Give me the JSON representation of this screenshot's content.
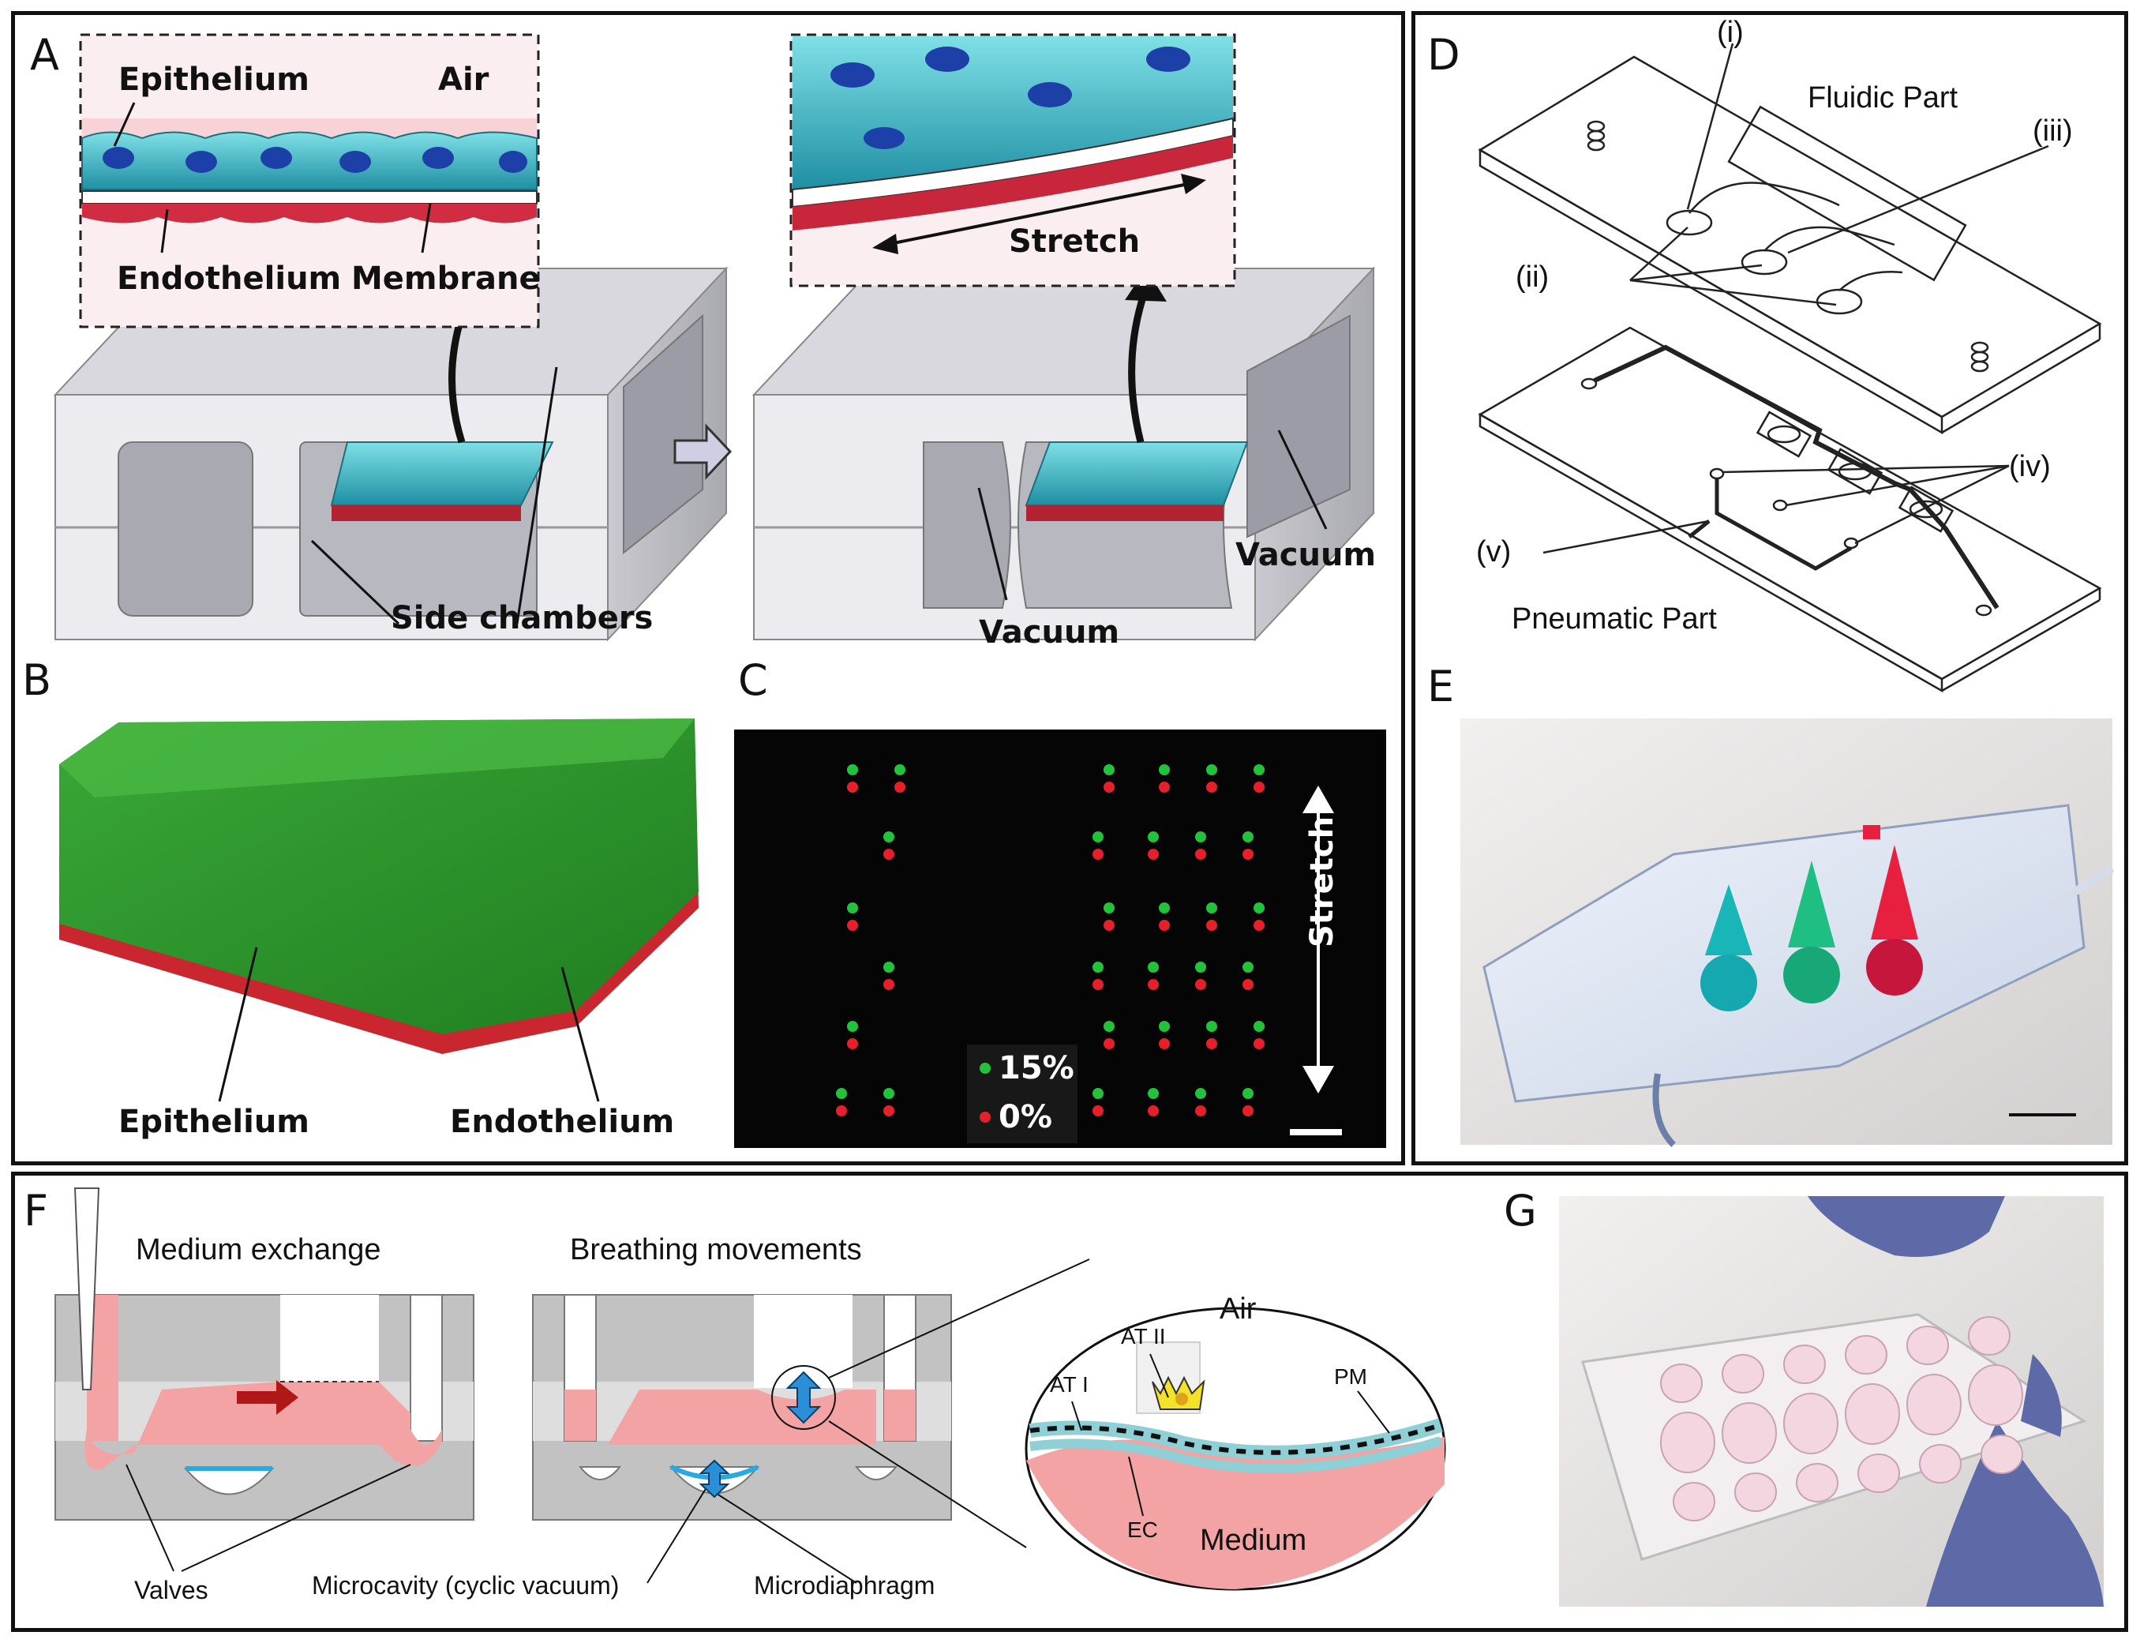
{
  "panels": {
    "A": {
      "label": "A",
      "epithelium": "Epithelium",
      "air": "Air",
      "endothelium": "Endothelium",
      "membrane": "Membrane",
      "stretch": "Stretch",
      "side_chambers": "Side chambers",
      "vacuum_left": "Vacuum",
      "vacuum_right": "Vacuum"
    },
    "B": {
      "label": "B",
      "epithelium": "Epithelium",
      "endothelium": "Endothelium"
    },
    "C": {
      "label": "C",
      "stretch": "Stretch",
      "legend_green": "15%",
      "legend_red": "0%"
    },
    "D": {
      "label": "D",
      "fluidic_part": "Fluidic Part",
      "pneumatic_part": "Pneumatic Part",
      "i": "(i)",
      "ii": "(ii)",
      "iii": "(iii)",
      "iv": "(iv)",
      "v": "(v)"
    },
    "E": {
      "label": "E"
    },
    "F": {
      "label": "F",
      "medium_exchange": "Medium exchange",
      "breathing_movements": "Breathing movements",
      "valves": "Valves",
      "microcavity": "Microcavity (cyclic vacuum)",
      "microdiaphragm": "Microdiaphragm",
      "air": "Air",
      "medium": "Medium",
      "at1": "AT I",
      "at2": "AT II",
      "pm": "PM",
      "ec": "EC"
    },
    "G": {
      "label": "G"
    }
  },
  "colors": {
    "epithelium_cyan": "#2fb6c4",
    "endothelium_red": "#d43a4a",
    "medium_pink": "#f3a3a3",
    "chip_gray": "#bdbdbd",
    "fluor_green": "#22c33a",
    "fluor_red": "#e6202a",
    "arrow_blue": "#2a8fd6"
  }
}
